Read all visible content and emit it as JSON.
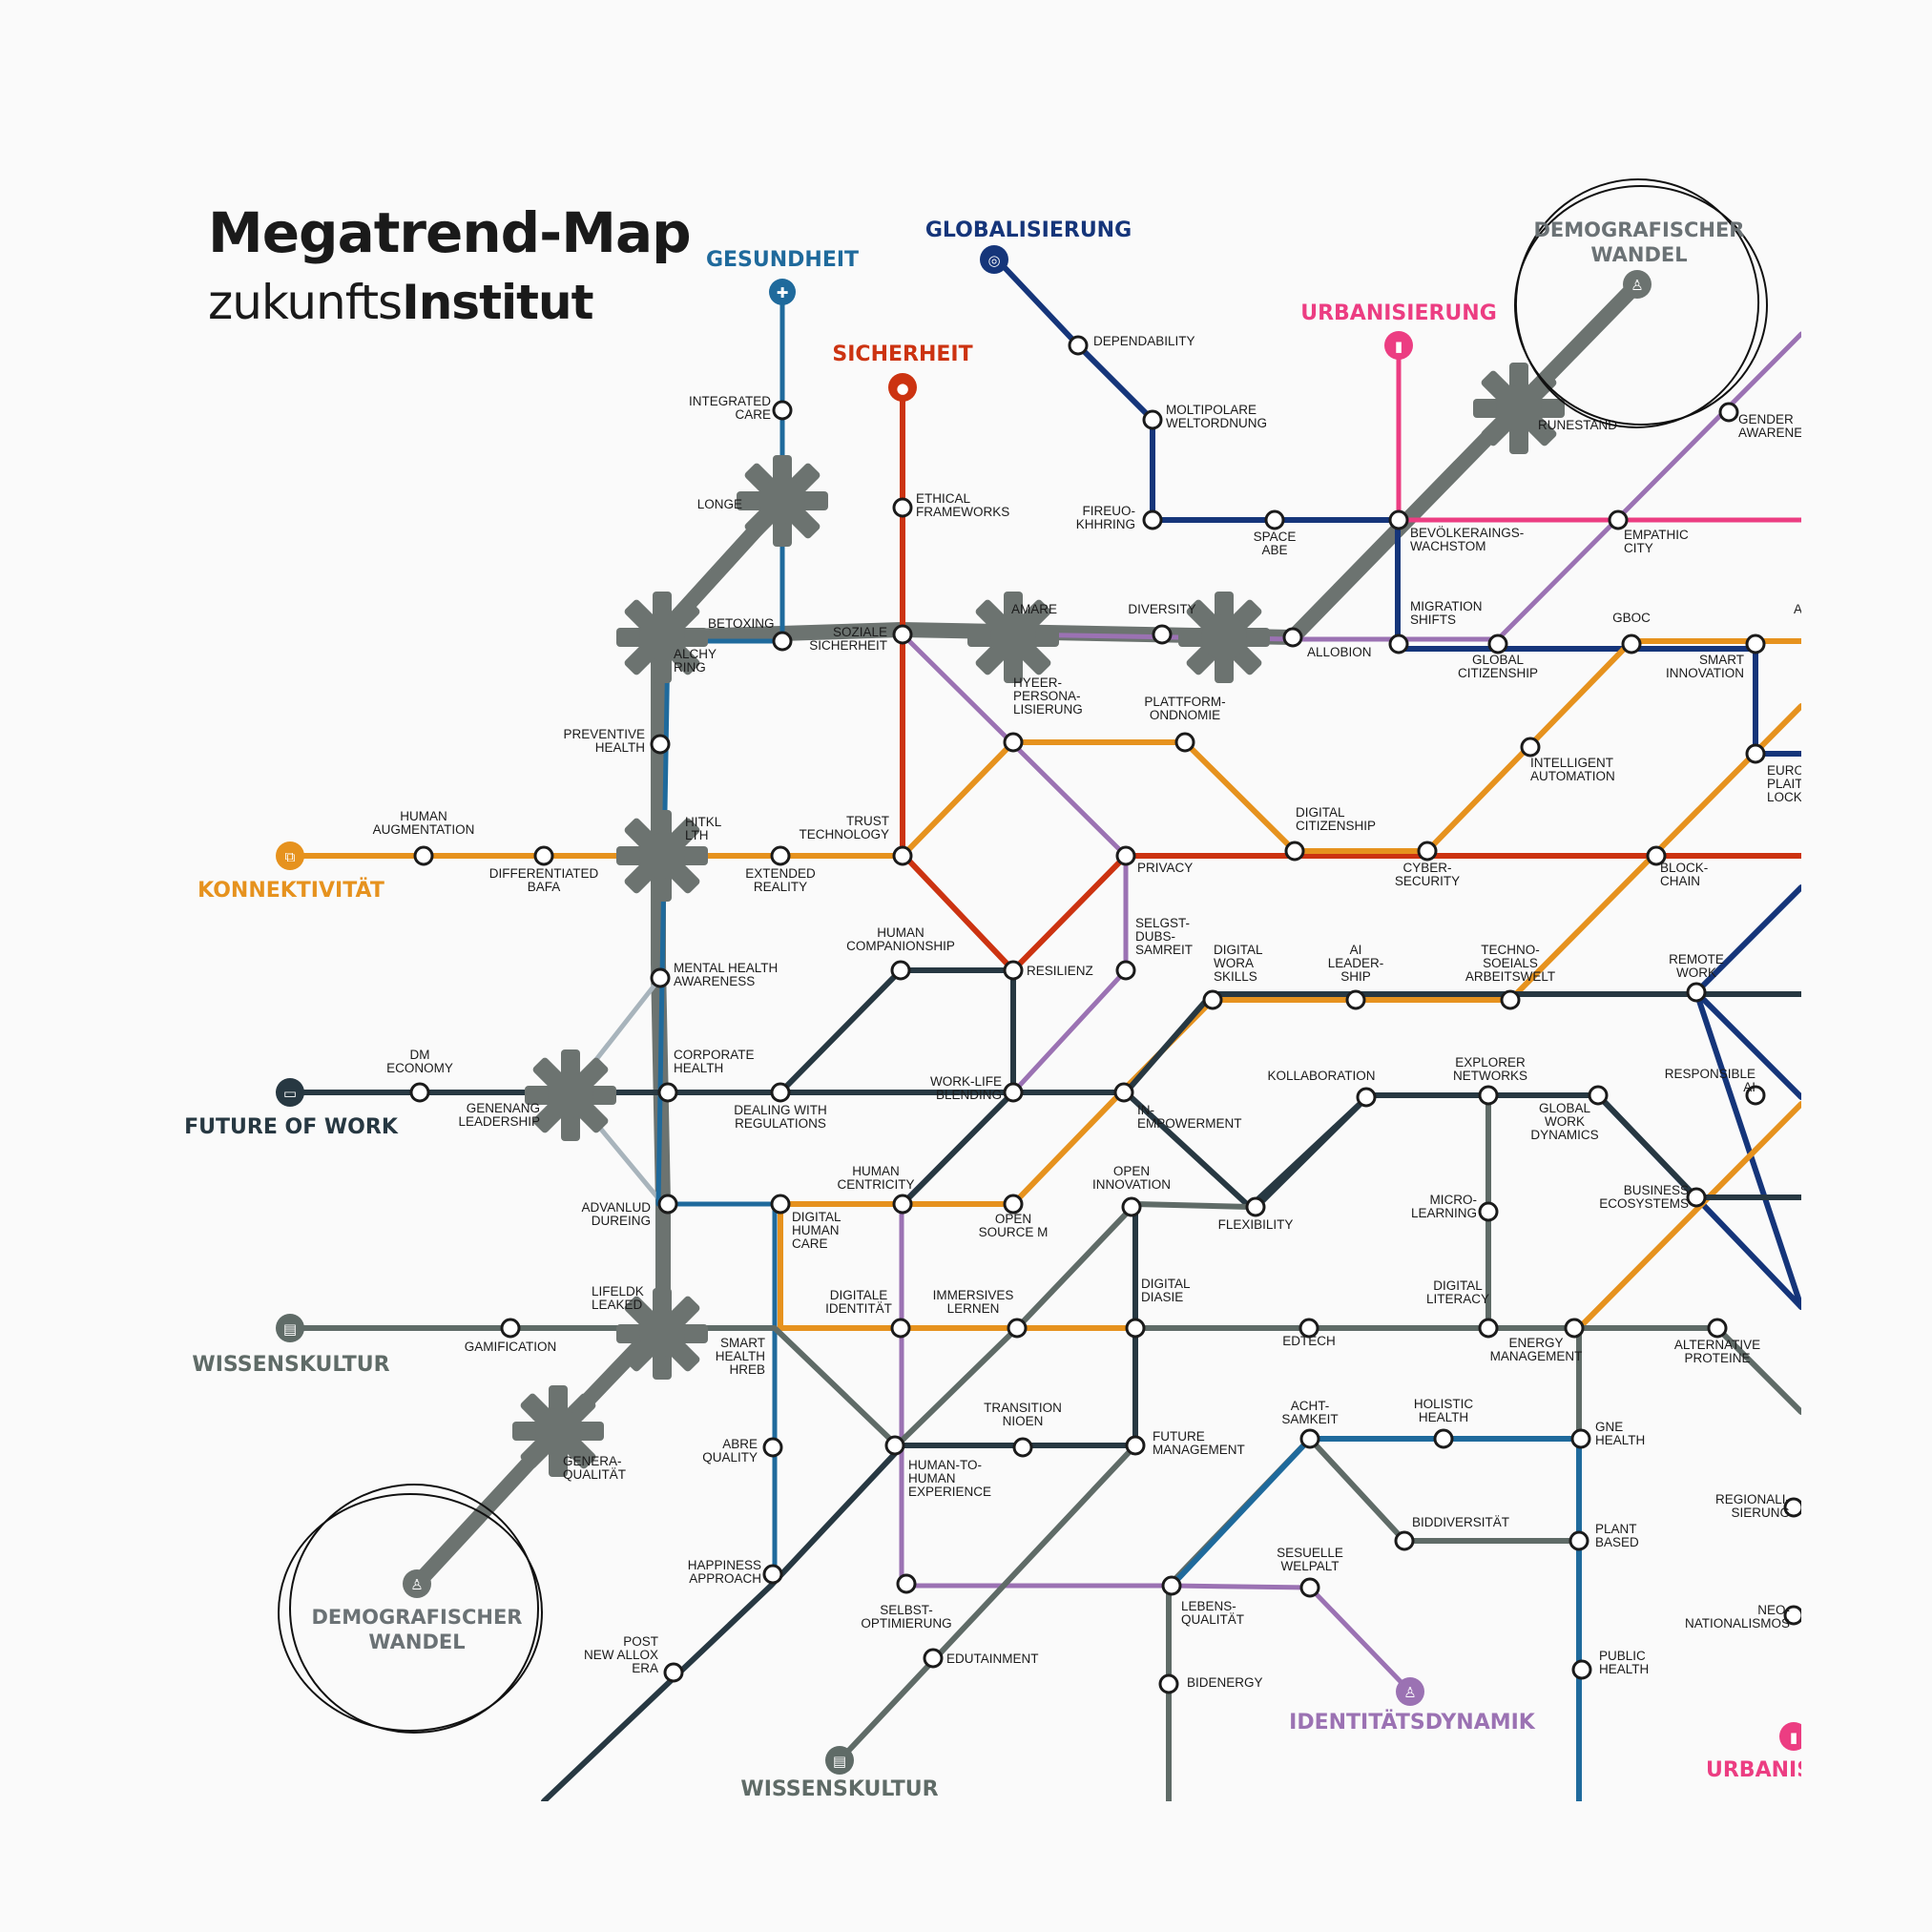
{
  "header": {
    "title": "Megatrend-Map",
    "brand_light": "zukunfts",
    "brand_bold": "Institut"
  },
  "colors": {
    "gesundheit": "#1f6a9c",
    "globalisierung": "#15357a",
    "sicherheit": "#cc3311",
    "urbanisierung": "#ec3d82",
    "konnektivitaet": "#e6921e",
    "identitaet": "#9b72b3",
    "future_of_work": "#273842",
    "wissenskultur": "#5f6b67",
    "demografie": "#6c7370"
  },
  "lines": [
    {
      "key": "gesundheit",
      "label": "GESUNDHEIT",
      "icon": "health-icon"
    },
    {
      "key": "globalisierung",
      "label": "GLOBALISIERUNG",
      "icon": "globe-icon"
    },
    {
      "key": "sicherheit",
      "label": "SICHERHEIT",
      "icon": "keyhole-icon"
    },
    {
      "key": "urbanisierung",
      "label": "URBANISIERUNG",
      "icon": "city-icon"
    },
    {
      "key": "demografie_top",
      "label": "DEMOGRAFISCHER WANDEL",
      "icon": "elderly-person-icon"
    },
    {
      "key": "konnektivitaet",
      "label": "KONNEKTIVITÄT",
      "icon": "connectivity-icon"
    },
    {
      "key": "future_of_work",
      "label": "FUTURE OF WORK",
      "icon": "laptop-icon"
    },
    {
      "key": "wissenskultur_left",
      "label": "WISSENSKULTUR",
      "icon": "knowledge-icon"
    },
    {
      "key": "demografie_bottom",
      "label": "DEMOGRAFISCHER WANDEL",
      "icon": "elderly-person-icon"
    },
    {
      "key": "wissenskultur_bottom",
      "label": "WISSENSKULTUR",
      "icon": "knowledge-icon"
    },
    {
      "key": "identitaet",
      "label": "IDENTITÄTSDYNAMIK",
      "icon": "identity-icon"
    },
    {
      "key": "urbanisierung_bottom",
      "label": "URBANIS",
      "icon": "city-icon"
    }
  ],
  "stations": [
    {
      "l1": "INTEGRATED",
      "l2": "CARE"
    },
    {
      "l1": "LONGE"
    },
    {
      "l1": "BETOXING"
    },
    {
      "l1": "ALCHY",
      "l2": "RING"
    },
    {
      "l1": "PREVENTIVE",
      "l2": "HEALTH"
    },
    {
      "l1": "HITKL",
      "l2": "LTH"
    },
    {
      "l1": "MENTAL HEALTH",
      "l2": "AWARENESS"
    },
    {
      "l1": "CORPORATE",
      "l2": "HEALTH"
    },
    {
      "l1": "ADVANLUD",
      "l2": "DUREING"
    },
    {
      "l1": "LIFELDK",
      "l2": "LEAKED"
    },
    {
      "l1": "SMART",
      "l2": "HEALTH",
      "l3": "HREB"
    },
    {
      "l1": "ETHICAL",
      "l2": "FRAMEWORKS"
    },
    {
      "l1": "SOZIALE",
      "l2": "SICHERHEIT"
    },
    {
      "l1": "TRUST",
      "l2": "TECHNOLOGY"
    },
    {
      "l1": "RESILIENZ"
    },
    {
      "l1": "PRIVACY"
    },
    {
      "l1": "CYBER-",
      "l2": "SECURITY"
    },
    {
      "l1": "BLOCK-",
      "l2": "CHAIN"
    },
    {
      "l1": "DEPENDABILITY"
    },
    {
      "l1": "MOLTIPOLARE",
      "l2": "WELTORDNUNG"
    },
    {
      "l1": "FIREUO-",
      "l2": "KHHRING"
    },
    {
      "l1": "SPACE",
      "l2": "ABE"
    },
    {
      "l1": "BEVÖLKERAINGS-",
      "l2": "WACHSTOM"
    },
    {
      "l1": "MIGRATION",
      "l2": "SHIFTS"
    },
    {
      "l1": "GLOBAL",
      "l2": "CITIZENSHIP"
    },
    {
      "l1": "GBOC"
    },
    {
      "l1": "SMART",
      "l2": "INNOVATION"
    },
    {
      "l1": "AUT"
    },
    {
      "l1": "EUROP",
      "l2": "PLAITE",
      "l3": "LOCK-A"
    },
    {
      "l1": "EMPATHIC",
      "l2": "CITY"
    },
    {
      "l1": "GENDER",
      "l2": "AWARENE"
    },
    {
      "l1": "DIVERSITY"
    },
    {
      "l1": "AMARE"
    },
    {
      "l1": "ALLOBION"
    },
    {
      "l1": "RUNESTAND"
    },
    {
      "l1": "HUMAN",
      "l2": "AUGMENTATION"
    },
    {
      "l1": "DIFFERENTIATED",
      "l2": "BAFA"
    },
    {
      "l1": "EXTENDED",
      "l2": "REALITY"
    },
    {
      "l1": "HYEER-",
      "l2": "PERSONA-",
      "l3": "LISIERUNG"
    },
    {
      "l1": "PLATTFORM-",
      "l2": "ONDNOMIE"
    },
    {
      "l1": "DIGITAL",
      "l2": "CITIZENSHIP"
    },
    {
      "l1": "INTELLIGENT",
      "l2": "AUTOMATION"
    },
    {
      "l1": "SELGST-",
      "l2": "DUBS-",
      "l3": "SAMREIT"
    },
    {
      "l1": "DM",
      "l2": "ECONOMY"
    },
    {
      "l1": "GENENANG",
      "l2": "LEADERSHIP"
    },
    {
      "l1": "HUMAN",
      "l2": "COMPANIONSHIP"
    },
    {
      "l1": "DEALING WITH",
      "l2": "REGULATIONS"
    },
    {
      "l1": "WORK-LIFE",
      "l2": "BLENDING"
    },
    {
      "l1": "IN-",
      "l2": "EMPOWERMENT"
    },
    {
      "l1": "DIGITAL",
      "l2": "WORA",
      "l3": "SKILLS"
    },
    {
      "l1": "AI",
      "l2": "LEADER-",
      "l3": "SHIP"
    },
    {
      "l1": "TECHNO-",
      "l2": "SOEIALS",
      "l3": "ARBEITSWELT"
    },
    {
      "l1": "REMOTE",
      "l2": "WORK"
    },
    {
      "l1": "KOLLABORATION"
    },
    {
      "l1": "EXPLORER",
      "l2": "NETWORKS"
    },
    {
      "l1": "GLOBAL",
      "l2": "WORK",
      "l3": "DYNAMICS"
    },
    {
      "l1": "RESPONSIBLE",
      "l2": "AI"
    },
    {
      "l1": "HUMAN",
      "l2": "CENTRICITY"
    },
    {
      "l1": "DIGITAL",
      "l2": "HUMAN",
      "l3": "CARE"
    },
    {
      "l1": "OPEN",
      "l2": "SOURCE M"
    },
    {
      "l1": "OPEN",
      "l2": "INNOVATION"
    },
    {
      "l1": "FLEXIBILITY"
    },
    {
      "l1": "MICRO-",
      "l2": "LEARNING"
    },
    {
      "l1": "BUSINESS",
      "l2": "ECOSYSTEMS"
    },
    {
      "l1": "GAMIFICATION"
    },
    {
      "l1": "DIGITALE",
      "l2": "IDENTITÄT"
    },
    {
      "l1": "IMMERSIVES",
      "l2": "LERNEN"
    },
    {
      "l1": "DIGITAL",
      "l2": "DIASIE"
    },
    {
      "l1": "EDTECH"
    },
    {
      "l1": "DIGITAL",
      "l2": "LITERACY"
    },
    {
      "l1": "ENERGY",
      "l2": "MANAGEMENT"
    },
    {
      "l1": "ALTERNATIVE",
      "l2": "PROTEINE"
    },
    {
      "l1": "ABRE",
      "l2": "QUALITY"
    },
    {
      "l1": "TRANSITION",
      "l2": "NIOEN"
    },
    {
      "l1": "HUMAN-TO-",
      "l2": "HUMAN",
      "l3": "EXPERIENCE"
    },
    {
      "l1": "FUTURE",
      "l2": "MANAGEMENT"
    },
    {
      "l1": "ACHT-",
      "l2": "SAMKEIT"
    },
    {
      "l1": "HOLISTIC",
      "l2": "HEALTH"
    },
    {
      "l1": "GNE",
      "l2": "HEALTH"
    },
    {
      "l1": "BIDDIVERSITÄT"
    },
    {
      "l1": "PLANT",
      "l2": "BASED"
    },
    {
      "l1": "REGIONALI-",
      "l2": "SIERUNG"
    },
    {
      "l1": "HAPPINESS",
      "l2": "APPROACH"
    },
    {
      "l1": "SELBST-",
      "l2": "OPTIMIERUNG"
    },
    {
      "l1": "LEBENS-",
      "l2": "QUALITÄT"
    },
    {
      "l1": "SESUELLE",
      "l2": "WELPALT"
    },
    {
      "l1": "POST",
      "l2": "NEW ALLOX",
      "l3": "ERA"
    },
    {
      "l1": "EDUTAINMENT"
    },
    {
      "l1": "BIDENERGY"
    },
    {
      "l1": "PUBLIC",
      "l2": "HEALTH"
    },
    {
      "l1": "NEO-",
      "l2": "NATIONALISMOS"
    },
    {
      "l1": "GENERA-",
      "l2": "QUALITÄT"
    }
  ]
}
